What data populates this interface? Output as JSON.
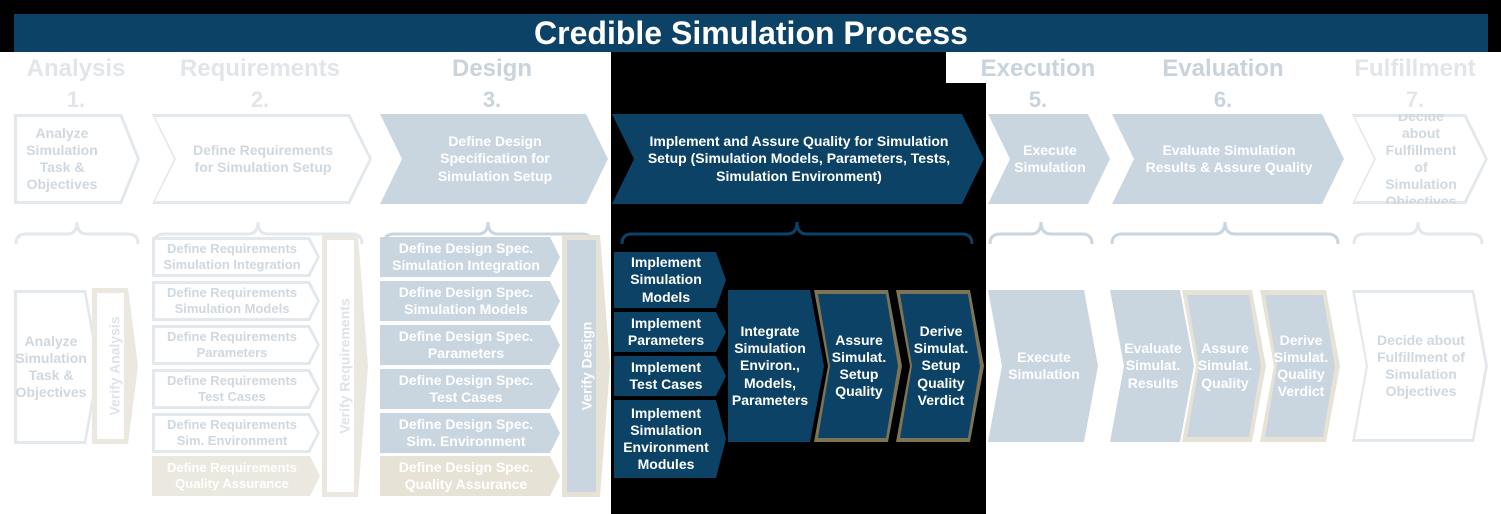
{
  "title": "Credible Simulation Process",
  "phases": [
    {
      "name": "Analysis",
      "number": "1."
    },
    {
      "name": "Requirements",
      "number": "2."
    },
    {
      "name": "Design",
      "number": "3."
    },
    {
      "name": "Execution",
      "number": "5."
    },
    {
      "name": "Evaluation",
      "number": "6."
    },
    {
      "name": "Fulfillment",
      "number": "7."
    }
  ],
  "top_steps": [
    "Analyze Simulation Task & Objectives",
    "Define Requirements for Simulation Setup",
    "Define Design Specification for Simulation Setup",
    "Implement and Assure Quality for Simulation Setup (Simulation Models, Parameters, Tests, Simulation Environment)",
    "Execute Simulation",
    "Evaluate Simulation Results & Assure Quality",
    "Decide about Fulfillment of Simulation Objectives"
  ],
  "analysis": {
    "step": "Analyze Simulation Task & Objectives",
    "verify": "Verify Analysis"
  },
  "requirements": {
    "items": [
      "Define Requirements Simulation Integration",
      "Define Requirements Simulation Models",
      "Define Requirements Parameters",
      "Define Requirements Test Cases",
      "Define Requirements Sim. Environment",
      "Define Requirements Quality Assurance"
    ],
    "verify": "Verify Requirements"
  },
  "design": {
    "items": [
      "Define Design Spec. Simulation Integration",
      "Define Design Spec. Simulation Models",
      "Define Design Spec. Parameters",
      "Define Design Spec. Test Cases",
      "Define Design Spec. Sim. Environment",
      "Define Design Spec. Quality Assurance"
    ],
    "verify": "Verify Design"
  },
  "implementation": {
    "items": [
      "Implement Simulation Models",
      "Implement Parameters",
      "Implement Test Cases",
      "Implement Simulation Environment Modules"
    ],
    "integrate": "Integrate Simulation Environ., Models, Parameters",
    "assure": "Assure Simulat. Setup Quality",
    "verdict": "Derive Simulat. Setup Quality Verdict"
  },
  "execution": {
    "step": "Execute Simulation"
  },
  "evaluation": {
    "evaluate": "Evaluate Simulat. Results",
    "assure": "Assure Simulat. Quality",
    "verdict": "Derive Simulat. Quality Verdict"
  },
  "fulfillment": {
    "step": "Decide about Fulfillment of Simulation Objectives"
  },
  "colors": {
    "dark_blue": "#0b4266",
    "mid_blue": "#c9d6e0",
    "faint_blue": "#e6ebef",
    "beige": "#e6e2d6",
    "gold_border": "#7d7456"
  }
}
